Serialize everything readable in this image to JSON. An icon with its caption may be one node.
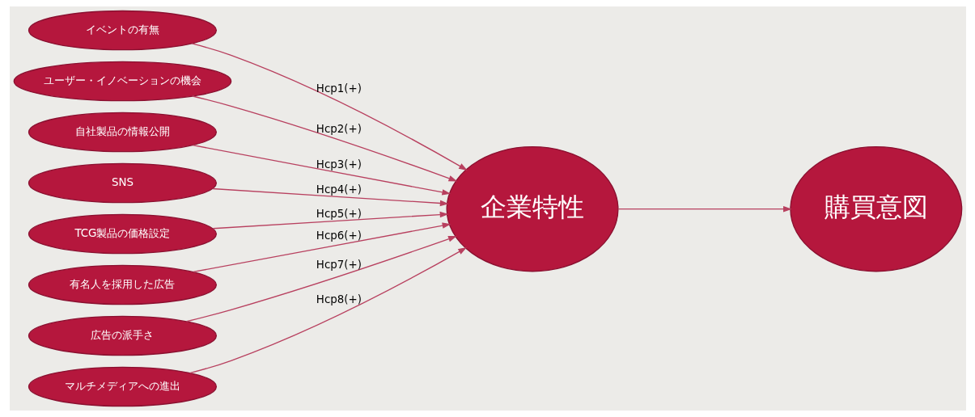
{
  "diagram": {
    "nodes": [
      {
        "text": [
          "イベントの有無"
        ]
      },
      {
        "text": [
          "ユーザー・イノベーションの機会"
        ]
      },
      {
        "text": [
          "自社製品の情報公開"
        ]
      },
      {
        "text": [
          "SNS"
        ]
      },
      {
        "text": [
          "TCG製品の価格設定"
        ]
      },
      {
        "text": [
          "有名人を採用した広告"
        ]
      },
      {
        "text": [
          "広告の派手さ"
        ]
      },
      {
        "text": [
          "マルチメディアへの進出"
        ]
      },
      {
        "text": [
          "企業特性"
        ]
      },
      {
        "text": [
          "購買意図"
        ]
      }
    ],
    "edges": [
      {
        "from": 0,
        "to": 8,
        "arrow": "to",
        "label": "Hcp1(+)"
      },
      {
        "from": 1,
        "to": 8,
        "arrow": "to",
        "label": "Hcp2(+)"
      },
      {
        "from": 2,
        "to": 8,
        "arrow": "to",
        "label": "Hcp3(+)"
      },
      {
        "from": 3,
        "to": 8,
        "arrow": "to",
        "label": "Hcp4(+)"
      },
      {
        "from": 4,
        "to": 8,
        "arrow": "to",
        "label": "Hcp5(+)"
      },
      {
        "from": 5,
        "to": 8,
        "arrow": "to",
        "label": "Hcp6(+)"
      },
      {
        "from": 6,
        "to": 8,
        "arrow": "to",
        "label": "Hcp7(+)"
      },
      {
        "from": 7,
        "to": 8,
        "arrow": "to",
        "label": "Hcp8(+)"
      },
      {
        "from": 8,
        "to": 9,
        "arrow": "to"
      }
    ]
  }
}
